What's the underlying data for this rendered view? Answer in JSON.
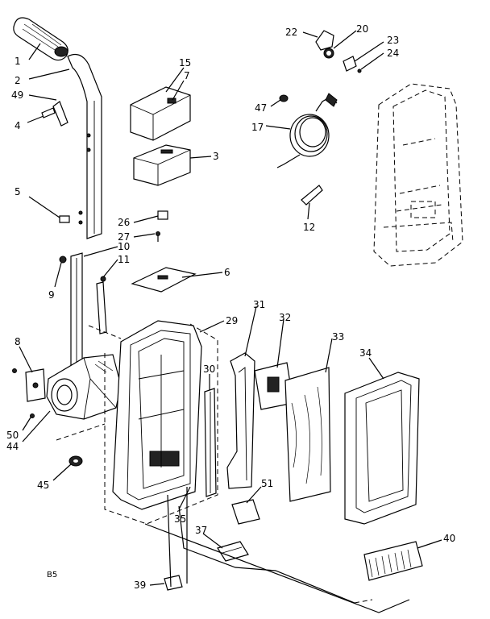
{
  "page_code": "B5",
  "callouts": [
    "1",
    "2",
    "49",
    "4",
    "5",
    "15",
    "7",
    "3",
    "26",
    "27",
    "6",
    "22",
    "20",
    "23",
    "24",
    "47",
    "17",
    "12",
    "10",
    "11",
    "9",
    "8",
    "50",
    "44",
    "45",
    "29",
    "31",
    "32",
    "33",
    "34",
    "30",
    "51",
    "35",
    "37",
    "40",
    "39"
  ]
}
